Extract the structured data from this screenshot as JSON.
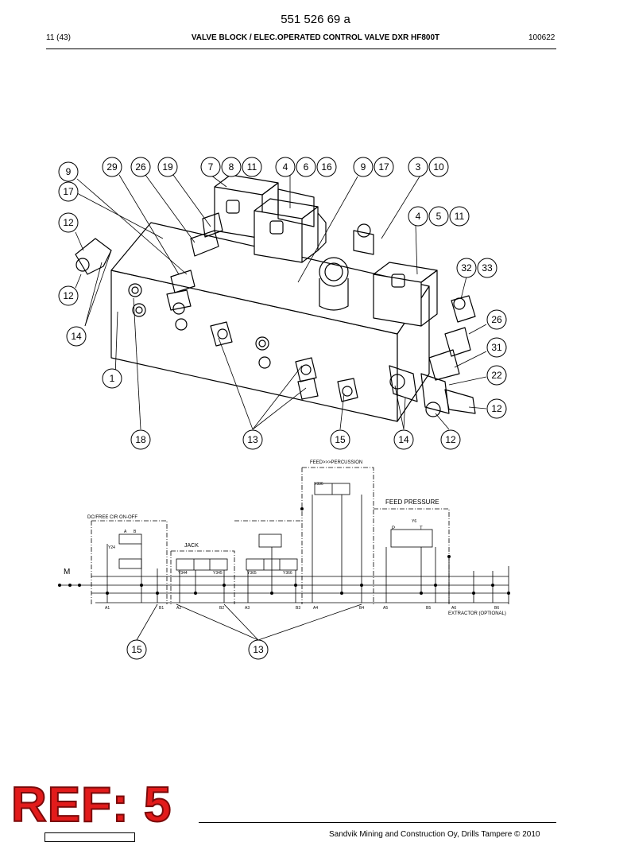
{
  "header": {
    "doc_number": "551 526 69 a",
    "page": "11 (43)",
    "title": "VALVE BLOCK / ELEC.OPERATED CONTROL VALVE DXR HF800T",
    "date": "100622"
  },
  "callouts": {
    "c9a": "9",
    "c29": "29",
    "c26a": "26",
    "c19": "19",
    "c7": "7",
    "c8": "8",
    "c11a": "11",
    "c4a": "4",
    "c6": "6",
    "c16": "16",
    "c9b": "9",
    "c17a": "17",
    "c3": "3",
    "c10": "10",
    "c17b": "17",
    "c12a": "12",
    "c4b": "4",
    "c5": "5",
    "c11b": "11",
    "c32": "32",
    "c33": "33",
    "c12b": "12",
    "c26b": "26",
    "c14a": "14",
    "c31": "31",
    "c22": "22",
    "c1": "1",
    "c12c": "12",
    "c18": "18",
    "c13a": "13",
    "c15a": "15",
    "c14b": "14",
    "c12d": "12",
    "c15b": "15",
    "c13b": "13"
  },
  "schematic": {
    "feed_percussion": "FEED>>>PERCUSSION",
    "feed_pressure": "FEED PRESSURE",
    "dc_free_cir": "DC/FREE CIR  ON-OFF",
    "jack": "JACK",
    "extractor": "EXTRACTOR (OPTIONAL)",
    "m_label": "M",
    "y336": "Y336",
    "y36": "Y6",
    "y324": "Y24",
    "y344": "Y344",
    "y345": "Y345",
    "y365": "Y365",
    "y366": "Y366",
    "port_p": "P",
    "port_t": "T",
    "port_a": "A",
    "port_b": "B",
    "a1": "A1",
    "b1": "B1",
    "a2": "A2",
    "b2": "B2",
    "a3": "A3",
    "b3": "B3",
    "a4": "A4",
    "b4": "B4",
    "a5": "A5",
    "b5": "B5",
    "a6": "A6",
    "b6": "B6"
  },
  "footer": {
    "ref_stamp": "REF: 5",
    "company": "Sandvik Mining and Construction Oy, Drills Tampere © 2010"
  }
}
